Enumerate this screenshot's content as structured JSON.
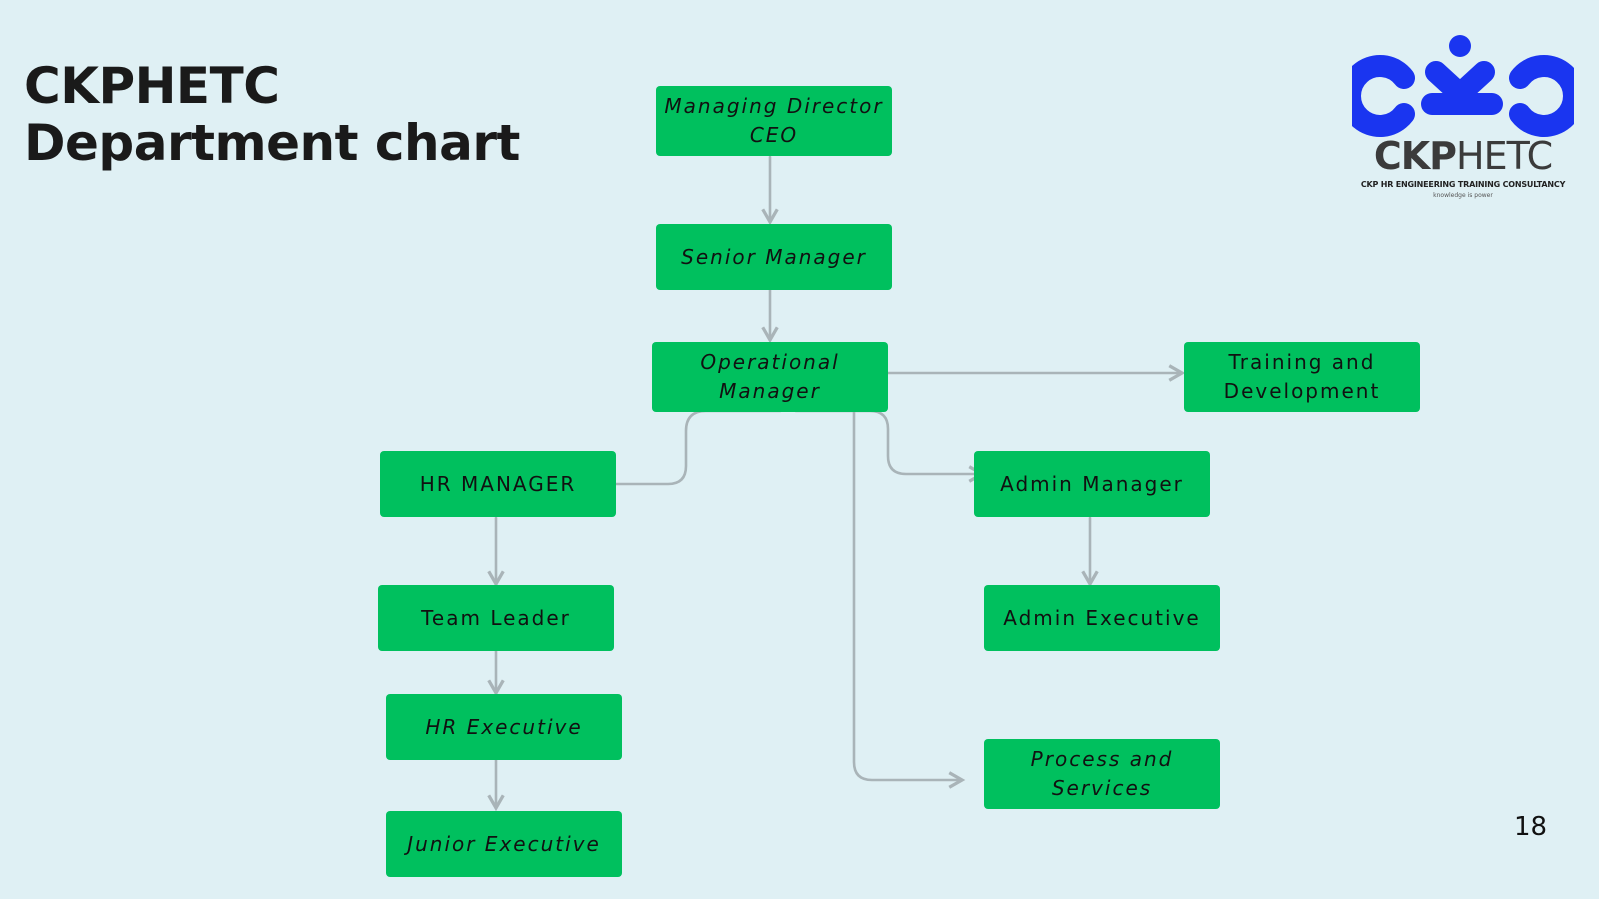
{
  "title": {
    "line1": "CKPHETC",
    "line2": "Department chart"
  },
  "nodes": {
    "md_ceo": "Managing Director\nCEO",
    "senior_manager": "Senior Manager",
    "operational_manager": "Operational\nManager",
    "training_development": "Training and\nDevelopment",
    "hr_manager": "HR MANAGER",
    "admin_manager": "Admin Manager",
    "team_leader": "Team Leader",
    "admin_executive": "Admin Executive",
    "hr_executive": "HR Executive",
    "process_services": "Process and\nServices",
    "junior_executive": "Junior Executive"
  },
  "logo": {
    "word_bold": "CKP",
    "word_light": "HETC",
    "subtitle": "CKP HR ENGINEERING TRAINING CONSULTANCY",
    "tagline": "knowledge is power"
  },
  "page_number": "18",
  "colors": {
    "background": "#dff0f4",
    "node_fill": "#00c05e",
    "connector": "#a9b4b8",
    "logo_blue": "#1a35f0"
  }
}
